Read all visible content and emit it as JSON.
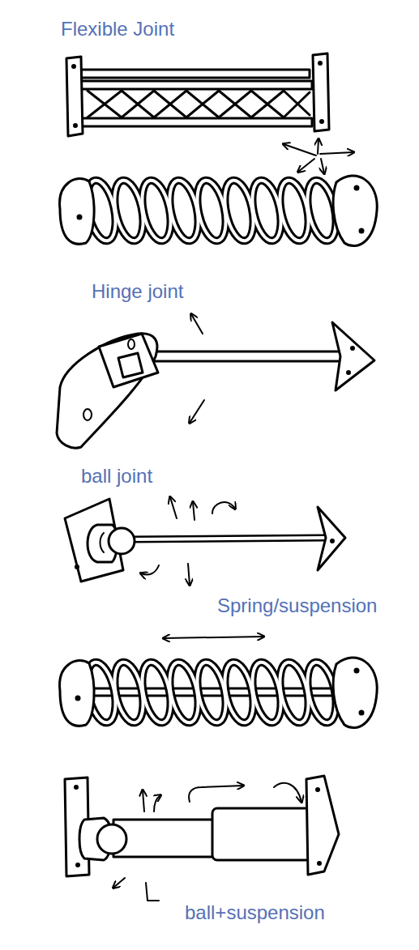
{
  "diagram": {
    "labels": [
      "Flexible Joint",
      "Hinge joint",
      "ball joint",
      "Spring/suspension",
      "ball+suspension"
    ]
  }
}
